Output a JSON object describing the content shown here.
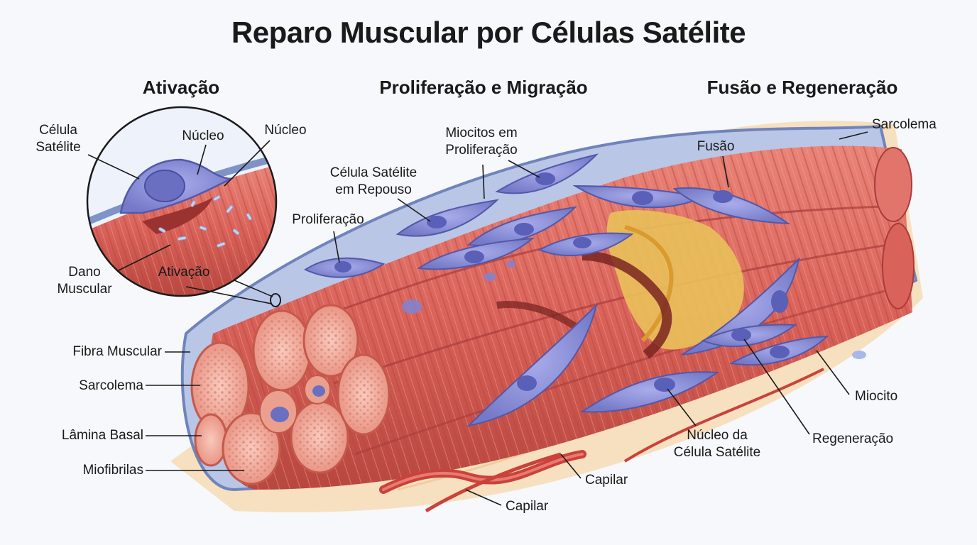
{
  "title": "Reparo Muscular por Células Satélite",
  "sections": {
    "activation": "Ativação",
    "proliferation": "Proliferação e Migração",
    "fusion": "Fusão e Regeneração"
  },
  "labels": {
    "inset_satellite_cell": "Célula\nSatélite",
    "inset_nucleus_1": "Núcleo",
    "inset_nucleus_2": "Núcleo",
    "inset_damage": "Dano\nMuscular",
    "inset_activation": "Ativação",
    "muscle_fiber": "Fibra Muscular",
    "sarcolemma_left": "Sarcolema",
    "basal_lamina": "Lâmina Basal",
    "myofibrils": "Miofibrilas",
    "proliferation": "Proliferação",
    "resting_satellite_cell": "Célula Satélite\nem Repouso",
    "proliferating_myocytes": "Miocitos em\nProliferação",
    "fusion": "Fusão",
    "sarcolemma_right": "Sarcolema",
    "myocyte": "Miocito",
    "regeneration": "Regeneração",
    "satellite_cell_nucleus": "Núcleo da\nCélula Satélite",
    "capillary_1": "Capilar",
    "capillary_2": "Capilar"
  },
  "colors": {
    "muscle": "#d9625a",
    "muscle_dark": "#a93c3a",
    "cross_section": "#f3b7a8",
    "satellite_cell": "#8a8fd6",
    "nucleus": "#5a5fb8",
    "sheath": "#8ea4cf",
    "connective": "#f7dcb4",
    "damage": "#e9c15a",
    "capillary": "#c9423b"
  }
}
